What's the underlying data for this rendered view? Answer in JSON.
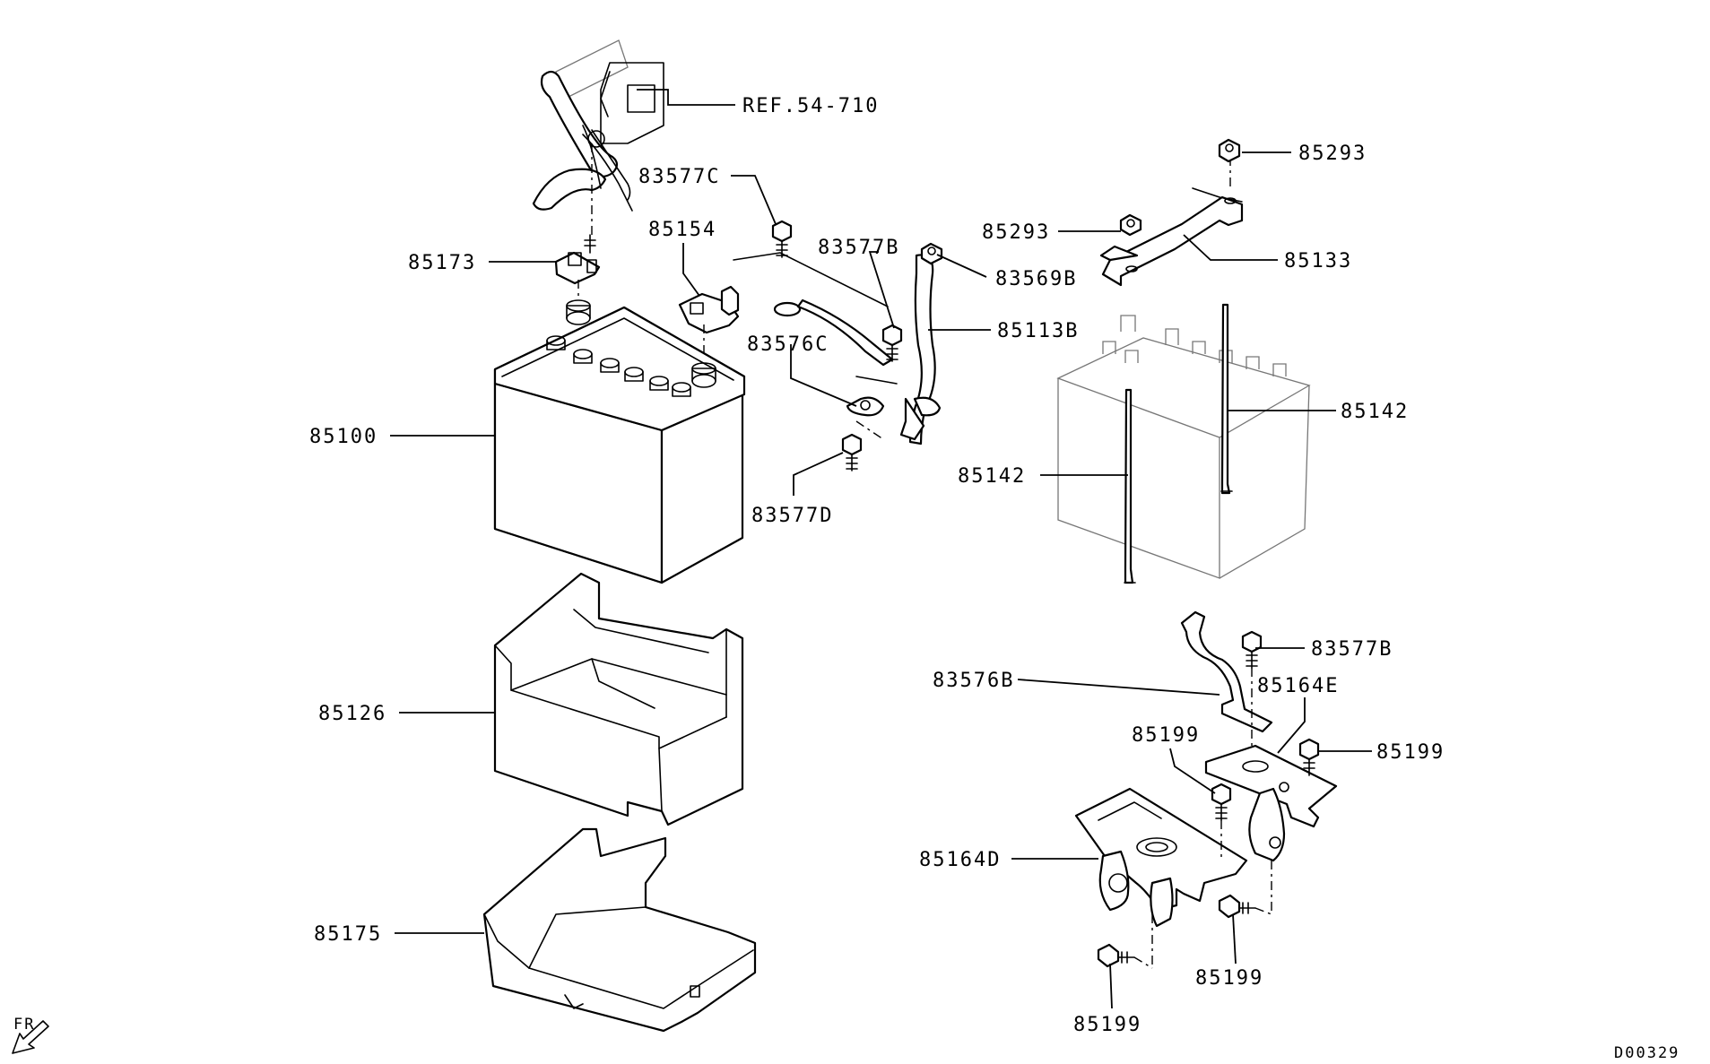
{
  "diagram": {
    "drawing_number": "D00329",
    "direction_marker": "FR",
    "callouts": {
      "ref": "REF.54-710",
      "p85293_top": "85293",
      "p85293_left": "85293",
      "p83577c": "83577C",
      "p85154": "85154",
      "p83577b_top": "83577B",
      "p83569b": "83569B",
      "p85133": "85133",
      "p85173": "85173",
      "p85113b": "85113B",
      "p83576c": "83576C",
      "p85142_right": "85142",
      "p85100": "85100",
      "p85142_left": "85142",
      "p83577d": "83577D",
      "p83577b_bot": "83577B",
      "p83576b": "83576B",
      "p85164e": "85164E",
      "p85126": "85126",
      "p85199_a": "85199",
      "p85199_b": "85199",
      "p85164d": "85164D",
      "p85175": "85175",
      "p85199_c": "85199",
      "p85199_d": "85199"
    }
  }
}
